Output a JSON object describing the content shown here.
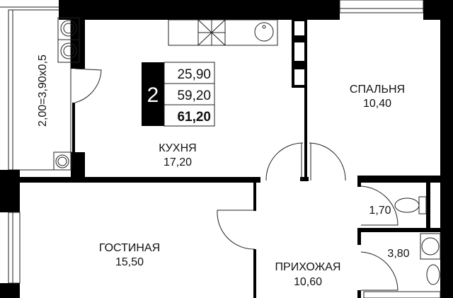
{
  "apartment": {
    "rooms_count": "2",
    "areas": {
      "living": "25,90",
      "total": "59,20",
      "total_with_balcony": "61,20"
    }
  },
  "rooms": {
    "kitchen": {
      "name": "КУХНЯ",
      "area": "17,20"
    },
    "bedroom": {
      "name": "СПАЛЬНЯ",
      "area": "10,40"
    },
    "living_room": {
      "name": "ГОСТИНАЯ",
      "area": "15,50"
    },
    "hallway": {
      "name": "ПРИХОЖАЯ",
      "area": "10,60"
    },
    "wc": {
      "area": "1,70"
    },
    "bathroom": {
      "area": "3,80"
    },
    "balcony": {
      "dimensions": "2,00=3,90x0,5"
    }
  },
  "colors": {
    "wall": "#000000",
    "background": "#ffffff",
    "line": "#222222"
  }
}
